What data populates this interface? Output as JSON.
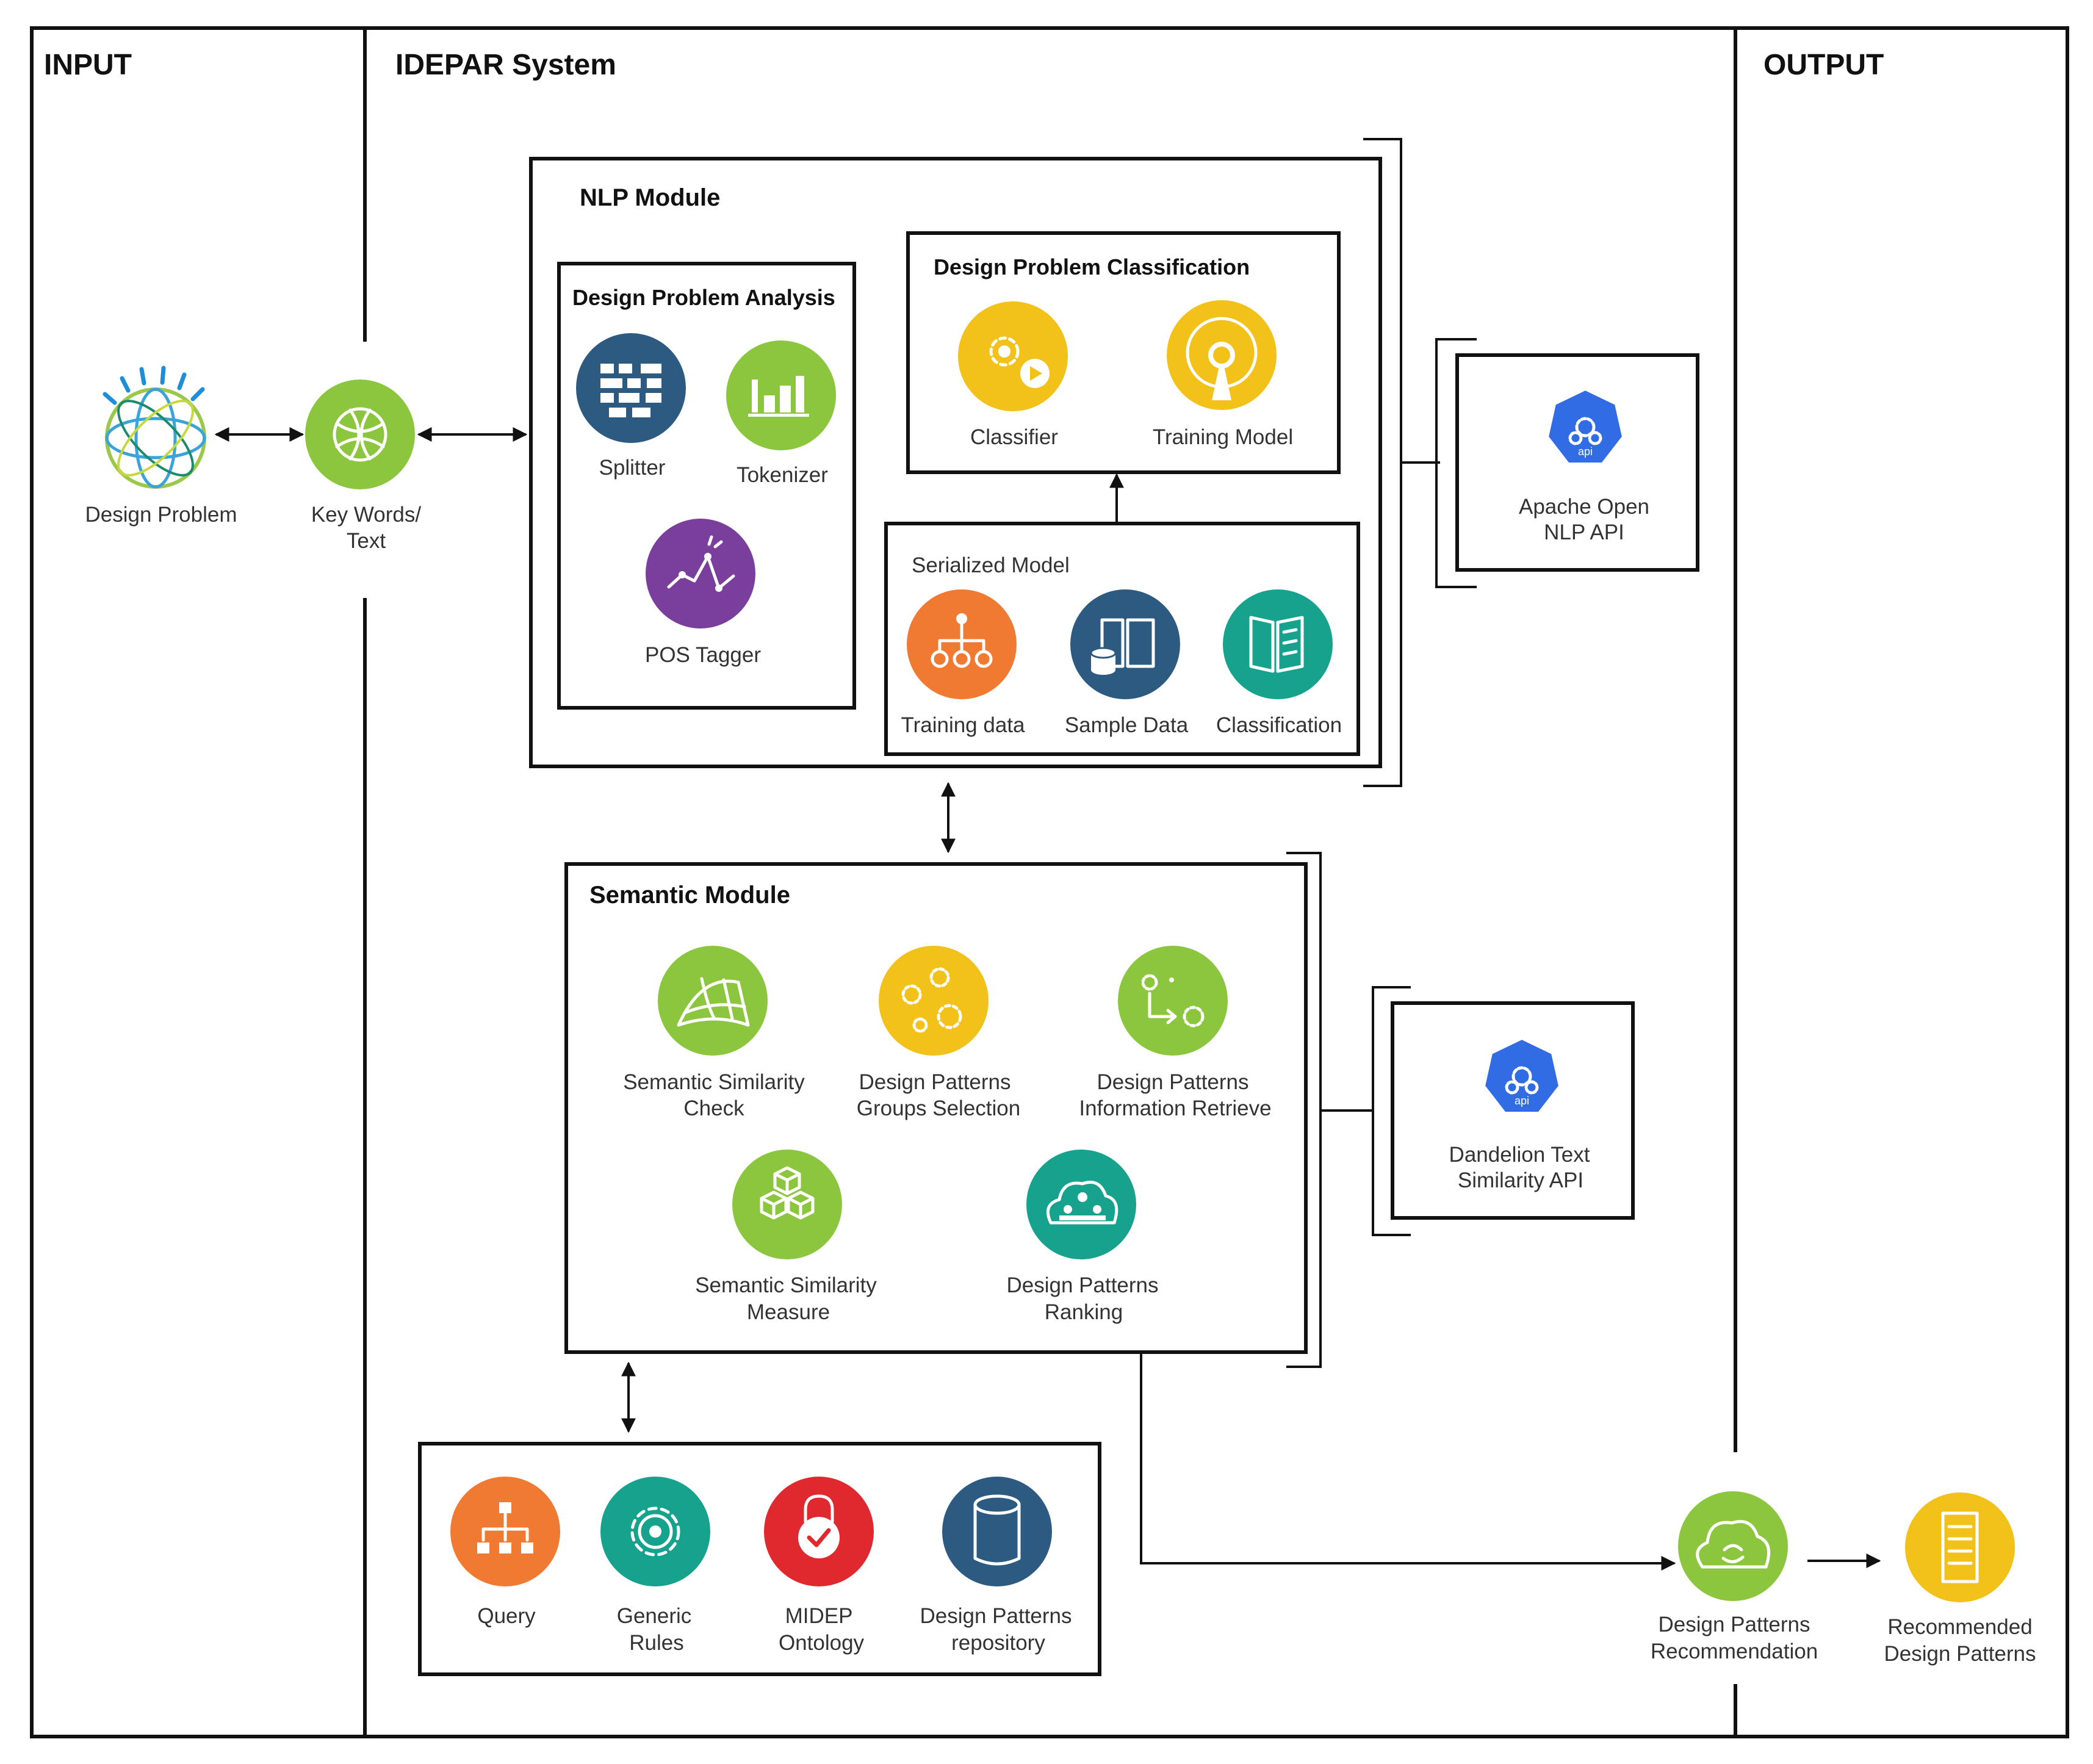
{
  "lanes": {
    "input": "INPUT",
    "system": "IDEPAR System",
    "output": "OUTPUT"
  },
  "input": {
    "design_problem": "Design Problem",
    "keywords_1": "Key Words/",
    "keywords_2": "Text"
  },
  "nlp": {
    "title": "NLP Module",
    "analysis": {
      "title": "Design Problem Analysis",
      "splitter": "Splitter",
      "tokenizer": "Tokenizer",
      "pos_tagger": "POS Tagger"
    },
    "classification": {
      "title": "Design Problem Classification",
      "classifier": "Classifier",
      "training_model": "Training Model"
    },
    "serialized": {
      "title": "Serialized Model",
      "training_data": "Training data",
      "sample_data": "Sample Data",
      "classification": "Classification"
    }
  },
  "apache_api": {
    "line1": "Apache Open",
    "line2": "NLP API",
    "badge": "api"
  },
  "semantic": {
    "title": "Semantic Module",
    "similarity_check_1": "Semantic Similarity",
    "similarity_check_2": "Check",
    "groups_1": "Design Patterns",
    "groups_2": "Groups Selection",
    "retrieve_1": "Design Patterns",
    "retrieve_2": "Information Retrieve",
    "measure_1": "Semantic Similarity",
    "measure_2": "Measure",
    "ranking_1": "Design Patterns",
    "ranking_2": "Ranking"
  },
  "dandelion_api": {
    "line1": "Dandelion Text",
    "line2": "Similarity API",
    "badge": "api"
  },
  "knowledge": {
    "query": "Query",
    "rules_1": "Generic",
    "rules_2": "Rules",
    "ontology_1": "MIDEP",
    "ontology_2": "Ontology",
    "repo_1": "Design Patterns",
    "repo_2": "repository"
  },
  "output": {
    "recommendation_1": "Design Patterns",
    "recommendation_2": "Recommendation",
    "recommended_1": "Recommended",
    "recommended_2": "Design Patterns"
  },
  "colors": {
    "green": "#8cc63e",
    "navy": "#2d5a80",
    "purple": "#7a3f9d",
    "yellow": "#f2c11a",
    "orange": "#f07a32",
    "teal": "#17a28e",
    "red": "#e0282f",
    "blue": "#326ce5"
  }
}
